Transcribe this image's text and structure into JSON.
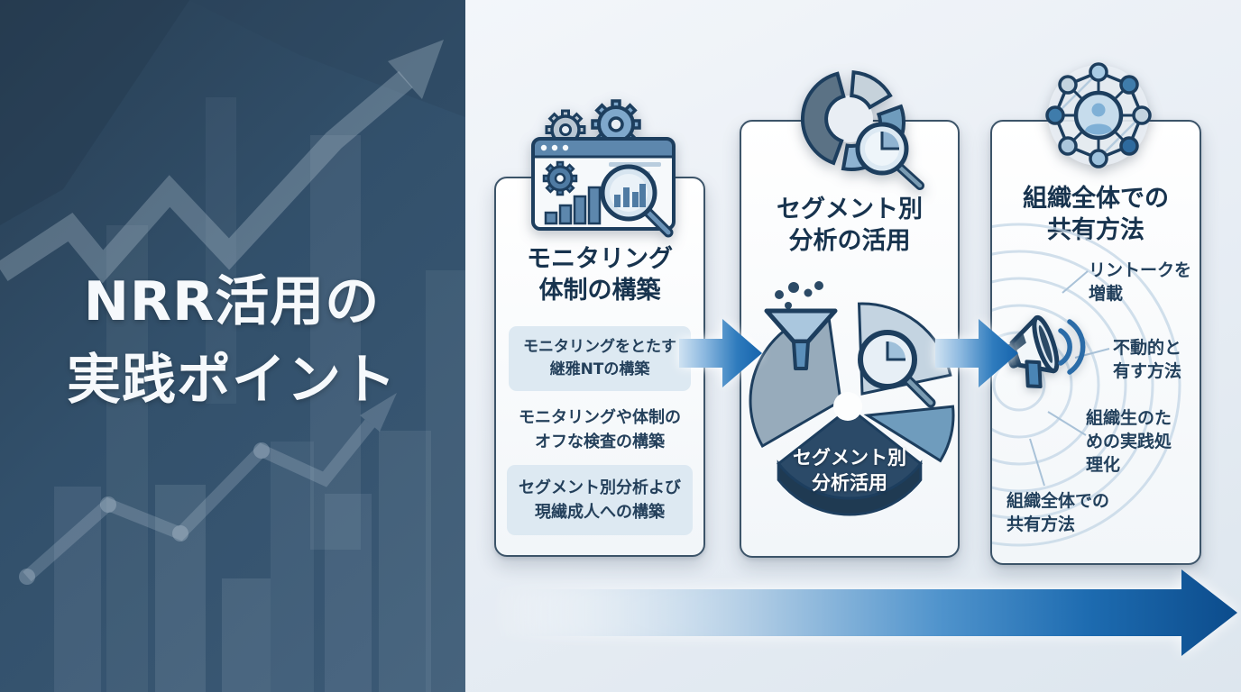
{
  "left_panel": {
    "title_line1": "NRR活用の",
    "title_line2": "実践ポイント",
    "decor": "faded-bar-chart-and-rising-arrows"
  },
  "cards": [
    {
      "icon": "dashboard-gears-magnifier-icon",
      "title_line1": "モニタリング",
      "title_line2": "体制の構築",
      "items": [
        {
          "line1": "モニタリングをとたす",
          "line2": "継雅NTの構築"
        },
        {
          "line1": "モニタリングや体制の",
          "line2": "オフな検査の構築"
        },
        {
          "line1": "セグメント別分析よび",
          "line2": "現繊成人への構築"
        }
      ]
    },
    {
      "icon": "donut-chart-magnifier-icon",
      "title_line1": "セグメント別",
      "title_line2": "分析の活用",
      "pie_label_line1": "セグメント別",
      "pie_label_line2": "分析活用",
      "illustration": "3d-pie-with-funnel-and-magnifier"
    },
    {
      "icon": "network-people-icon",
      "title_line1": "組織全体での",
      "title_line2": "共有方法",
      "illustration": "megaphone-with-radiating-arcs",
      "notes": [
        {
          "lines": [
            "リントークを",
            "増載",
            ""
          ]
        },
        {
          "lines": [
            "不動的と",
            "有す方法",
            ""
          ]
        },
        {
          "lines": [
            "組織生のた",
            "めの実践処",
            "理化"
          ]
        },
        {
          "lines": [
            "組織全体での",
            "共有方法",
            ""
          ]
        }
      ]
    }
  ],
  "colors": {
    "left_panel_bg": "#32506b",
    "right_panel_bg": "#e7edf4",
    "accent_blue": "#1c6cb2",
    "card_border": "#3c5469",
    "title_navy": "#17334e",
    "info_box_bg": "#dde9f2",
    "outline_navy": "#1d3e5e"
  }
}
